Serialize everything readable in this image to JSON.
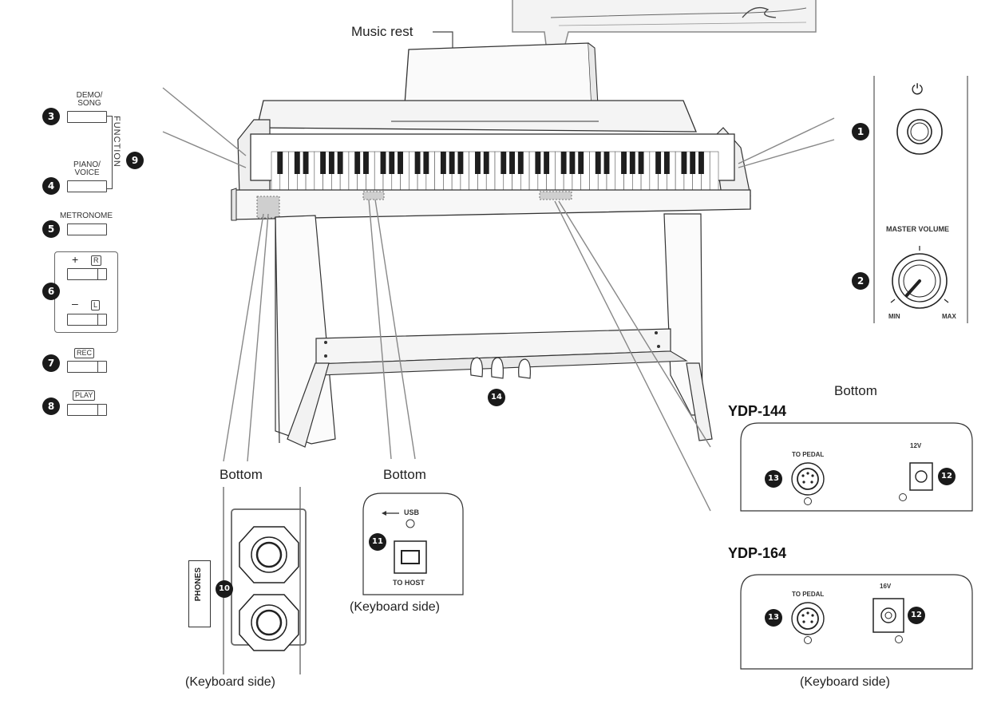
{
  "labels": {
    "music_rest": "Music rest"
  },
  "left_panel": {
    "demo_song": "DEMO/\nSONG",
    "piano_voice": "PIANO/\nVOICE",
    "function": "FUNCTION",
    "metronome": "METRONOME",
    "plus": "+",
    "minus": "–",
    "r_tag": "R",
    "l_tag": "L",
    "rec": "REC",
    "play": "PLAY"
  },
  "right_panel": {
    "power_symbol": "⏻",
    "master_volume": "MASTER  VOLUME",
    "min": "MIN",
    "max": "MAX"
  },
  "phones_panel": {
    "heading": "Bottom",
    "phones": "PHONES",
    "footer": "(Keyboard side)"
  },
  "usb_panel": {
    "heading": "Bottom",
    "usb": "USB",
    "to_host": "TO HOST",
    "footer": "(Keyboard side)"
  },
  "bottom_panel": {
    "heading": "Bottom",
    "model_1": "YDP-144",
    "model_2": "YDP-164",
    "to_pedal_1": "TO PEDAL",
    "to_pedal_2": "TO PEDAL",
    "dc_1": "12V",
    "dc_2": "16V",
    "footer": "(Keyboard side)"
  },
  "badges": {
    "b1": "1",
    "b2": "2",
    "b3": "3",
    "b4": "4",
    "b5": "5",
    "b6": "6",
    "b7": "7",
    "b8": "8",
    "b9": "9",
    "b10": "10",
    "b11": "11",
    "b12a": "12",
    "b12b": "12",
    "b13a": "13",
    "b13b": "13",
    "b14": "14"
  }
}
